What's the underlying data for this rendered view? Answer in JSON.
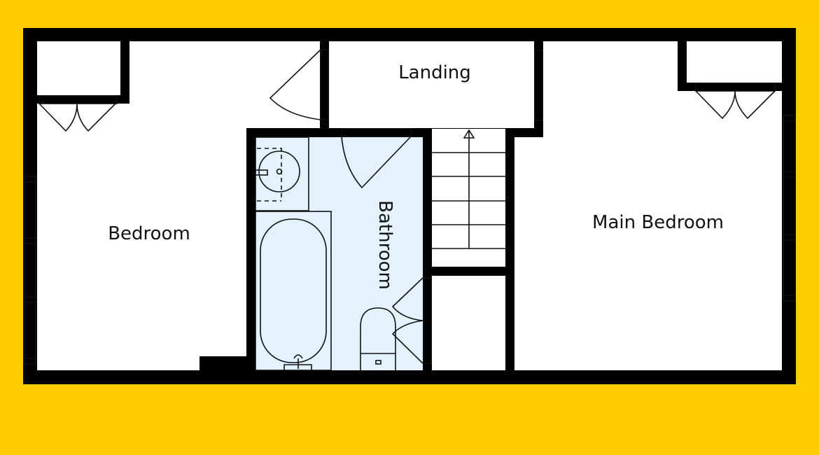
{
  "plan": {
    "rooms": {
      "landing": "Landing",
      "bedroom": "Bedroom",
      "main_bedroom": "Main Bedroom",
      "bathroom": "Bathroom"
    },
    "colors": {
      "background": "#FFCD00",
      "walls": "#000000",
      "floor": "#FFFFFF",
      "bathroom_floor": "#E3F2FD"
    }
  }
}
